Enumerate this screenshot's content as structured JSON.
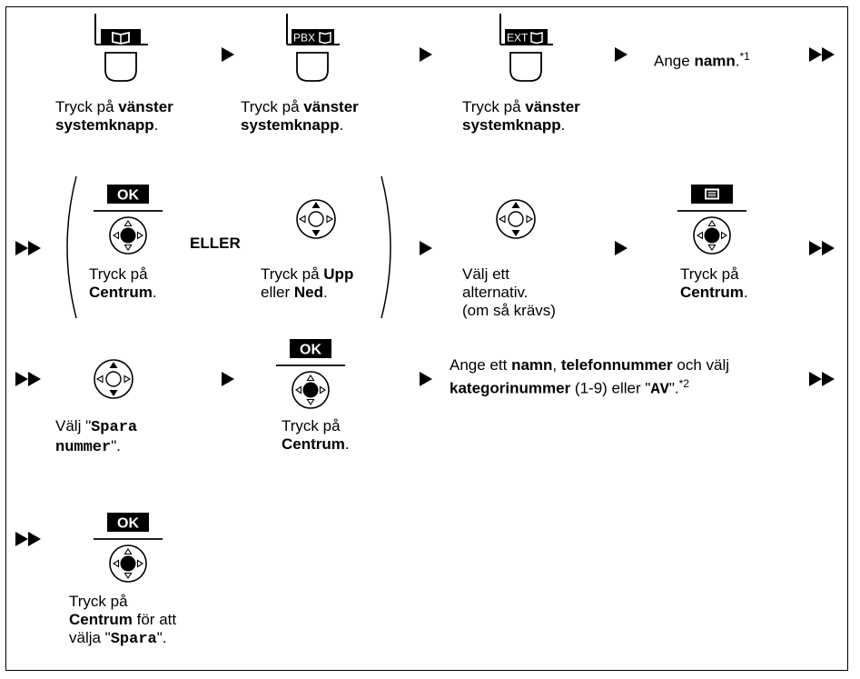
{
  "row1": {
    "s1": {
      "pre": "Tryck på ",
      "bold": "vänster",
      "line2": "systemknapp",
      "line2_post": "."
    },
    "s2": {
      "pre": "Tryck på ",
      "bold": "vänster",
      "line2": "systemknapp",
      "line2_post": "."
    },
    "s3": {
      "pre": "Tryck på ",
      "bold": "vänster",
      "line2": "systemknapp",
      "line2_post": "."
    },
    "pbx_label": "PBX",
    "ext_label": "EXT",
    "s4": {
      "pre": "Ange ",
      "bold": "namn",
      "post": ".",
      "sup": "*1"
    }
  },
  "row2": {
    "ok_label": "OK",
    "s1": {
      "line1": "Tryck på",
      "bold": "Centrum",
      "post": "."
    },
    "or_label": "ELLER",
    "s2": {
      "pre": "Tryck på ",
      "bold1": "Upp",
      "mid": "eller ",
      "bold2": "Ned",
      "post": "."
    },
    "s3": {
      "line1": "Välj ett",
      "line2": "alternativ.",
      "line3": "(om så krävs)"
    },
    "s4": {
      "line1": "Tryck på",
      "bold": "Centrum",
      "post": "."
    }
  },
  "row3": {
    "s1": {
      "pre": "Välj \"",
      "mono1": "Spara",
      "mono2": "nummer",
      "post": "\"."
    },
    "ok_label": "OK",
    "s2": {
      "line1": "Tryck på",
      "bold": "Centrum",
      "post": "."
    },
    "s3": {
      "pre": "Ange ett ",
      "b1": "namn",
      "comma": ", ",
      "b2": "telefonnummer",
      "mid": " och välj",
      "b3": "kategorinummer",
      "mid2": " (1-9) eller \"",
      "mono": "AV",
      "post": "\".",
      "sup": "*2"
    }
  },
  "row4": {
    "ok_label": "OK",
    "s1": {
      "line1": "Tryck på",
      "bold": "Centrum",
      "mid": " för att",
      "line3_pre": "välja \"",
      "mono": "Spara",
      "post": "\"."
    }
  }
}
